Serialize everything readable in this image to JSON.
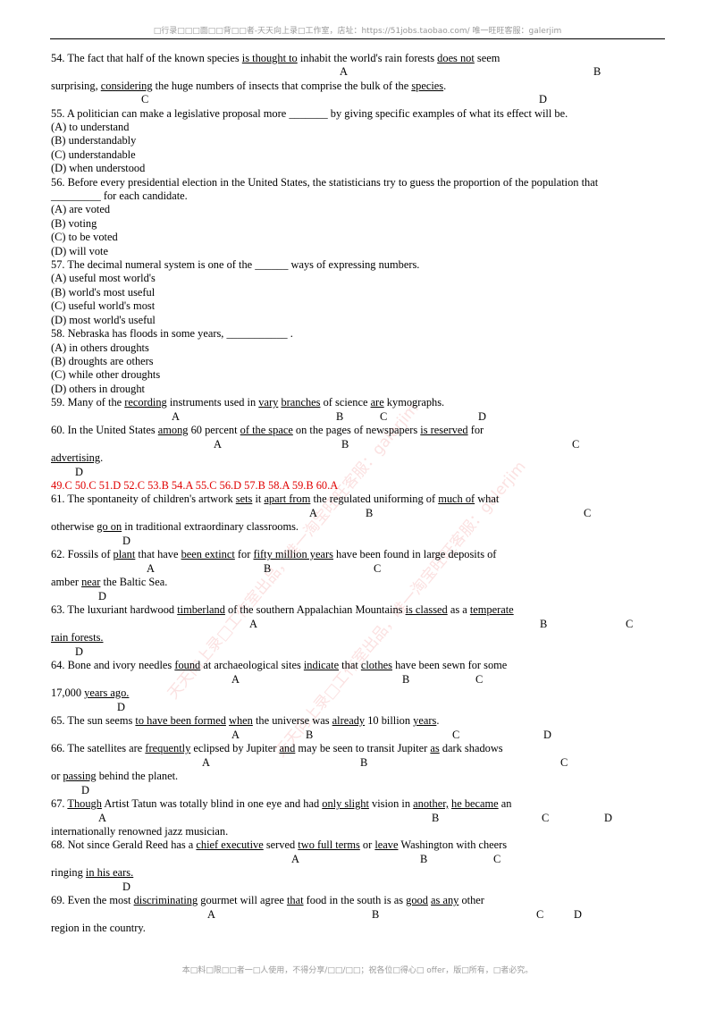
{
  "header": "□行录□□□面□□背□□者-天天向上录□工作室，店址：https://51jobs.taobao.com/ 唯一旺旺客服：galerjim",
  "footer": "本□料□限□□者一□人使用，不得分享/□□/□□；祝各位□得心□ offer，版□所有，□者必究。",
  "watermarks": [
    "天天向上录□工作室出品，唯一淘宝旺旺客服：galerjim",
    "天天向上录□工作室出品，唯一淘宝旺旺客服：galerjim"
  ],
  "answer_key": "49.C 50.C 51.D 52.C 53.B 54.A 55.C 56.D 57.B 58.A 59.B 60.A",
  "l1": [
    "54. The fact that half of the known species ",
    "is thought to",
    " inhabit the world's rain forests ",
    "does not",
    " seem"
  ],
  "l1m": [
    "A",
    "B"
  ],
  "l2": [
    "surprising, ",
    "considering",
    " the huge numbers of insects that comprise the bulk of the ",
    "species",
    "."
  ],
  "l2m": [
    "C",
    "D"
  ],
  "q55": [
    "55. A politician can make a legislative proposal more _______ by giving specific examples of what its effect will be.",
    "(A) to understand",
    "(B) understandably",
    "(C) understandable",
    "(D) when understood"
  ],
  "q56": [
    "56. Before every presidential election in the United States, the statisticians try to guess the proportion of the population that",
    "_________ for each candidate.",
    "(A) are voted",
    "(B) voting",
    "(C) to be voted",
    "(D) will vote"
  ],
  "q57": [
    "57. The decimal numeral system is one of the ______ ways of expressing numbers.",
    "(A) useful most world's",
    "(B) world's most useful",
    "(C) useful world's most",
    "(D) most world's useful"
  ],
  "q58": [
    "58. Nebraska has floods in some years, ___________ .",
    "(A) in others droughts",
    "(B) droughts are others",
    "(C) while other droughts",
    "(D) others in drought"
  ],
  "l59": [
    "59. Many of the ",
    "recording",
    " instruments used in ",
    "vary",
    " ",
    "branches",
    " of science ",
    "are",
    " kymographs."
  ],
  "l59m": [
    "A",
    "B",
    "C",
    "D"
  ],
  "l60": [
    "60. In the United States ",
    "among",
    " 60 percent ",
    "of the space",
    " on the pages of newspapers ",
    "is reserved",
    " for"
  ],
  "l60m": [
    "A",
    "B",
    "C"
  ],
  "l60b": [
    "advertising",
    "."
  ],
  "l60bm": [
    "D"
  ],
  "l61": [
    "61. The spontaneity of children's artwork ",
    "sets",
    " it ",
    "apart from",
    " the regulated uniforming of ",
    "much of",
    " what"
  ],
  "l61m": [
    "A",
    "B",
    "C"
  ],
  "l61b": [
    "otherwise ",
    "go on",
    " in traditional extraordinary classrooms."
  ],
  "l61bm": [
    "D"
  ],
  "l62": [
    "62. Fossils of ",
    "plant",
    " that have ",
    "been extinct",
    " for ",
    "fifty million years",
    " have been found in large deposits of"
  ],
  "l62m": [
    "A",
    "B",
    "C"
  ],
  "l62b": [
    "amber ",
    "near",
    " the Baltic Sea."
  ],
  "l62bm": [
    "D"
  ],
  "l63": [
    "63. The luxuriant hardwood ",
    "timberland",
    " of the southern Appalachian Mountains ",
    "is classed",
    " as a ",
    "temperate"
  ],
  "l63m": [
    "A",
    "B",
    "C"
  ],
  "l63b": [
    "rain forests."
  ],
  "l63bm": [
    "D"
  ],
  "l64": [
    "64. Bone and ivory needles ",
    "found",
    " at archaeological sites ",
    "indicate",
    " that ",
    "clothes",
    " have been sewn for some"
  ],
  "l64m": [
    "A",
    "B",
    "C"
  ],
  "l64b": [
    "17,000 ",
    "years ago."
  ],
  "l64bm": [
    "D"
  ],
  "l65": [
    "65. The sun seems ",
    "to have been formed",
    " ",
    "when",
    " the universe was ",
    "already",
    " 10 billion ",
    "years",
    "."
  ],
  "l65m": [
    "A",
    "B",
    "C",
    "D"
  ],
  "l66": [
    "66. The satellites are ",
    "frequently",
    " eclipsed by Jupiter ",
    "and",
    " may be seen to transit Jupiter ",
    "as",
    " dark shadows"
  ],
  "l66m": [
    "A",
    "B",
    "C"
  ],
  "l66b": [
    "or ",
    "passing",
    " behind the planet."
  ],
  "l66bm": [
    "D"
  ],
  "l67": [
    "67. ",
    "Though",
    " Artist Tatun was totally blind in one eye and had ",
    "only slight",
    " vision in ",
    "another,",
    " ",
    "he became",
    " an"
  ],
  "l67m": [
    "A",
    "B",
    "C",
    "D"
  ],
  "l67b": [
    "internationally renowned jazz musician."
  ],
  "l68": [
    "68. Not since Gerald Reed has a ",
    "chief executive",
    " served ",
    "two full terms",
    " or ",
    "leave",
    " Washington with cheers"
  ],
  "l68m": [
    "A",
    "B",
    "C"
  ],
  "l68b": [
    "ringing ",
    "in his ears."
  ],
  "l68bm": [
    "D"
  ],
  "l69": [
    "69. Even the most ",
    "discriminating",
    " gourmet will agree ",
    "that",
    " food in the south is as ",
    "good",
    " ",
    "as any",
    " other"
  ],
  "l69m": [
    "A",
    "B",
    "C",
    "D"
  ],
  "l69b": [
    "region in the country."
  ]
}
